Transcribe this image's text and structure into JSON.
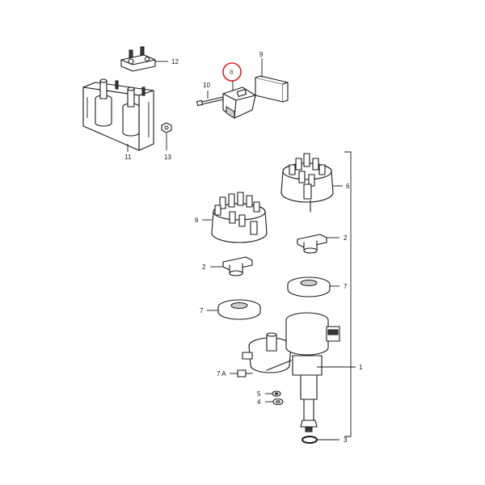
{
  "callouts": {
    "c12": "12",
    "c9": "9",
    "c8": "8",
    "c10": "10",
    "c11": "11",
    "c13": "13",
    "c6a": "6",
    "c6b": "6",
    "c2a": "2",
    "c2b": "2",
    "c7a": "7",
    "c7b": "7",
    "c1": "1",
    "c7A": "7 A",
    "c5": "5",
    "c4": "4",
    "c3": "3"
  },
  "colors": {
    "highlight_ring": "#e02020",
    "line": "#1a1a1a",
    "background": "#ffffff"
  }
}
